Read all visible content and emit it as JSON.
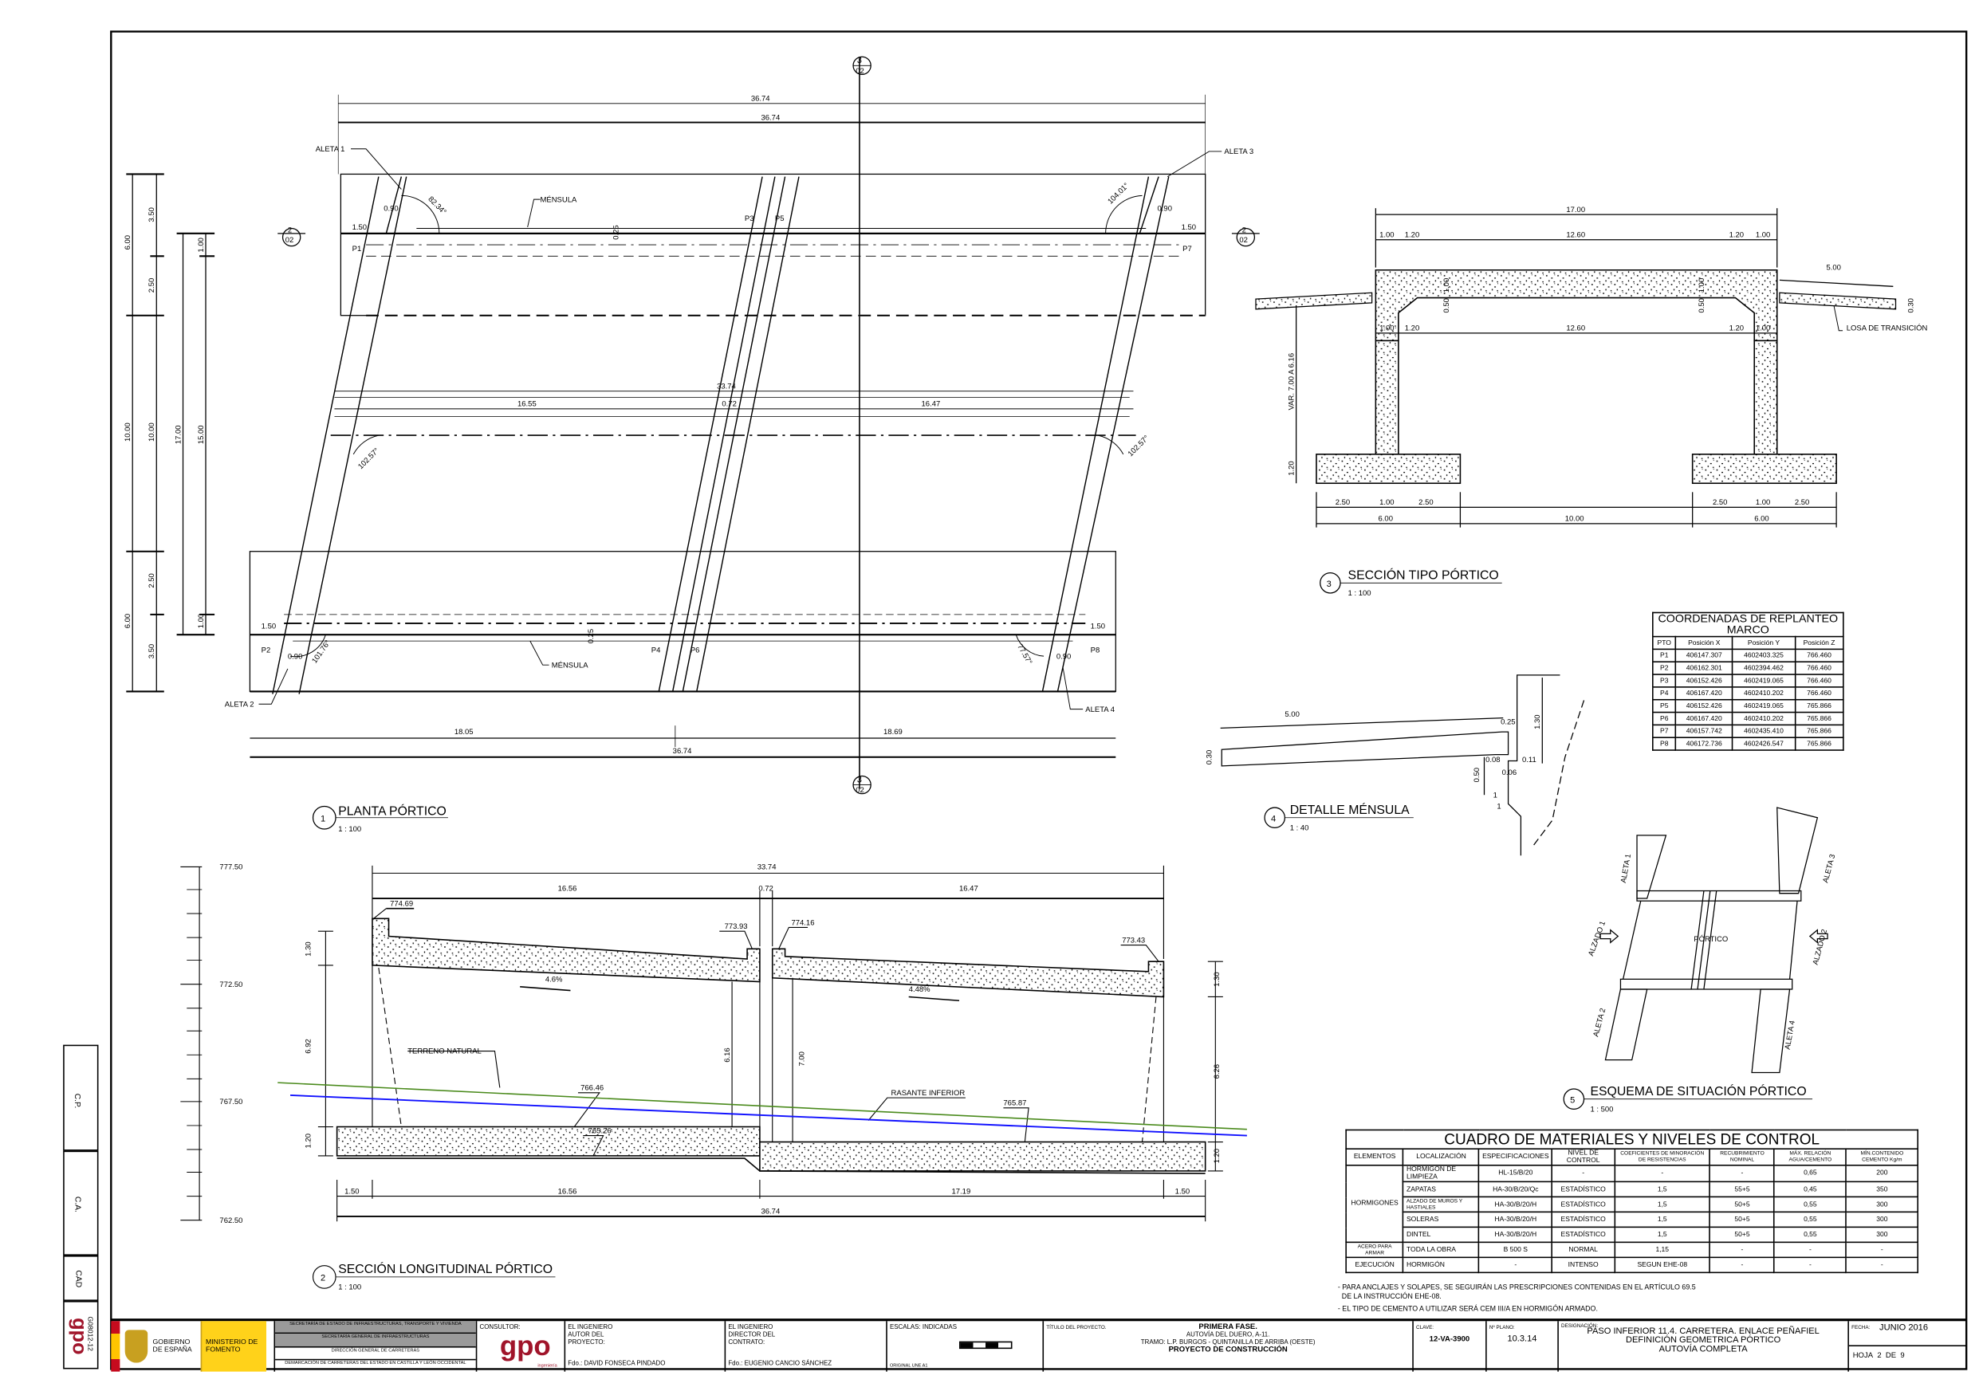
{
  "side_strip": {
    "cp": "C.P.",
    "ca": "C.A.",
    "cad": "CAD",
    "code": "G08012-12",
    "logo_text": "gpo"
  },
  "planta": {
    "number": "1",
    "title": "PLANTA PÓRTICO",
    "scale": "1 : 100",
    "section_ref": {
      "top": "3",
      "bottom": "02",
      "side_top": "2",
      "side_bottom": "02"
    },
    "total_top": "36.74",
    "total_top2": "36.74",
    "middle_total": "33.74",
    "middle_left": "16.55",
    "middle_gap": "0.72",
    "middle_right": "16.47",
    "bottom_left": "18.05",
    "bottom_right": "18.69",
    "total_bottom": "36.74",
    "left_dims_outer": [
      "6.00",
      "10.00",
      "6.00"
    ],
    "left_dims_inner": [
      "3.50",
      "2.50",
      "10.00",
      "2.50",
      "3.50"
    ],
    "left_dims_17": "17.00",
    "left_dims_15": [
      "1.00",
      "15.00",
      "1.00"
    ],
    "labels": {
      "aleta1": "ALETA 1",
      "aleta2": "ALETA 2",
      "aleta3": "ALETA 3",
      "aleta4": "ALETA 4",
      "mensula_top": "MÉNSULA",
      "mensula_bottom": "MÉNSULA"
    },
    "points": [
      "P1",
      "P2",
      "P3",
      "P4",
      "P5",
      "P6",
      "P7",
      "P8"
    ],
    "small": {
      "w_top_left": "0.90",
      "w_top_right": "0.90",
      "w_bot_left": "0.90",
      "w_bot_right": "0.90",
      "off_tl": "1.50",
      "off_tr": "1.50",
      "off_bl": "1.50",
      "off_br": "1.50",
      "m_top": "0.25",
      "m_bot": "0.25"
    },
    "angles": {
      "tl": "82.34°",
      "tr": "104.01°",
      "ml": "102.57°",
      "mr": "102.57°",
      "bl": "101.76°",
      "br": "77.57°"
    }
  },
  "seccion_long": {
    "number": "2",
    "title": "SECCIÓN LONGITUDINAL PÓRTICO",
    "scale": "1 : 100",
    "top_total": "33.74",
    "top_left": "16.56",
    "top_gap": "0.72",
    "top_right": "16.47",
    "bottom": [
      "1.50",
      "16.56",
      "17.19",
      "1.50"
    ],
    "bottom_total": "36.74",
    "left_v": [
      "1.30",
      "6.92",
      "1.20"
    ],
    "right_v": [
      "1.30",
      "6.26",
      "1.20"
    ],
    "inner_left": "6.16",
    "inner_right": "7.00",
    "elev": [
      "774.69",
      "773.93",
      "774.16",
      "773.43",
      "766.46",
      "765.26",
      "765.87"
    ],
    "slopes": [
      "4.6%",
      "4.48%"
    ],
    "terreno": "TERRENO NATURAL",
    "rasante": "RASANTE INFERIOR",
    "scale_bar": [
      "777.50",
      "772.50",
      "767.50",
      "762.50"
    ],
    "colors": {
      "terreno": "#4a8a1c",
      "rasante": "#1010ff"
    }
  },
  "seccion_tipo": {
    "number": "3",
    "title": "SECCIÓN TIPO PÓRTICO",
    "scale": "1 : 100",
    "top_total": "17.00",
    "top_parts": [
      "1.00",
      "1.20",
      "12.60",
      "1.20",
      "1.00"
    ],
    "inner_parts": [
      "1.00",
      "1.20",
      "12.60",
      "1.20",
      "1.00"
    ],
    "haunch": [
      "0.50",
      "1.00",
      "0.50",
      "1.00"
    ],
    "height": "VAR. 7.00 A 6.16",
    "footing_h": "1.20",
    "foot_parts": [
      "2.50",
      "1.00",
      "2.50",
      "2.50",
      "1.00",
      "2.50"
    ],
    "foot_totals": [
      "6.00",
      "10.00",
      "6.00"
    ],
    "losa_len": "5.00",
    "losa_t": "0.30",
    "losa_label": "LOSA DE TRANSICIÓN"
  },
  "detalle": {
    "number": "4",
    "title": "DETALLE MÉNSULA",
    "scale": "1 : 40",
    "dims": [
      "5.00",
      "0.30",
      "0.25",
      "1.30",
      "0.08",
      "0.11",
      "0.06",
      "0.50"
    ],
    "slope": [
      "1",
      "1"
    ]
  },
  "esquema": {
    "number": "5",
    "title": "ESQUEMA DE SITUACIÓN PÓRTICO",
    "scale": "1 : 500",
    "labels": [
      "ALETA 1",
      "ALETA 3",
      "ALZADO 1",
      "ALZADO 2",
      "PÓRTICO",
      "ALETA 2",
      "ALETA 4"
    ]
  },
  "coords": {
    "title": "COORDENADAS DE REPLANTEO MARCO",
    "headers": [
      "PTO",
      "Posición X",
      "Posición Y",
      "Posición Z"
    ],
    "rows": [
      [
        "P1",
        "406147.307",
        "4602403.325",
        "766.460"
      ],
      [
        "P2",
        "406162.301",
        "4602394.462",
        "766.460"
      ],
      [
        "P3",
        "406152.426",
        "4602419.065",
        "766.460"
      ],
      [
        "P4",
        "406167.420",
        "4602410.202",
        "766.460"
      ],
      [
        "P5",
        "406152.426",
        "4602419.065",
        "765.866"
      ],
      [
        "P6",
        "406167.420",
        "4602410.202",
        "765.866"
      ],
      [
        "P7",
        "406157.742",
        "4602435.410",
        "765.866"
      ],
      [
        "P8",
        "406172.736",
        "4602426.547",
        "765.866"
      ]
    ]
  },
  "materials": {
    "title": "CUADRO DE MATERIALES Y NIVELES DE CONTROL",
    "headers": [
      "ELEMENTOS",
      "LOCALIZACIÓN",
      "ESPECIFICACIONES",
      "NIVEL DE CONTROL",
      "COEFICIENTES DE MINORACIÓN DE RESISTENCIAS",
      "RECUBRIMIENTO NOMINAL",
      "MÁX. RELACIÓN AGUA/CEMENTO",
      "MÍN.CONTENIDO CEMENTO Kg/m"
    ],
    "group": "HORMIGONES",
    "rows": [
      [
        "HORMIGÓN DE LIMPIEZA",
        "HL-15/B/20",
        "-",
        "-",
        "-",
        "0,65",
        "200"
      ],
      [
        "ZAPATAS",
        "HA-30/B/20/Qc",
        "ESTADÍSTICO",
        "1,5",
        "55+5",
        "0,45",
        "350"
      ],
      [
        "ALZADO DE MUROS Y HASTIALES",
        "HA-30/B/20/H",
        "ESTADÍSTICO",
        "1,5",
        "50+5",
        "0,55",
        "300"
      ],
      [
        "SOLERAS",
        "HA-30/B/20/H",
        "ESTADÍSTICO",
        "1,5",
        "50+5",
        "0,55",
        "300"
      ],
      [
        "DINTEL",
        "HA-30/B/20/H",
        "ESTADÍSTICO",
        "1,5",
        "50+5",
        "0,55",
        "300"
      ]
    ],
    "acero": [
      "ACERO PARA ARMAR",
      "TODA LA OBRA",
      "B 500 S",
      "NORMAL",
      "1,15",
      "-",
      "-",
      "-"
    ],
    "ejecucion": [
      "EJECUCIÓN",
      "HORMIGÓN",
      "-",
      "INTENSO",
      "SEGUN EHE-08",
      "-",
      "-",
      "-"
    ],
    "notes": [
      "- PARA ANCLAJES Y SOLAPES, SE SEGUIRÁN LAS PRESCRIPCIONES CONTENIDAS EN EL ARTÍCULO 69.5",
      "  DE LA INSTRUCCIÓN EHE-08.",
      "- EL TIPO DE CEMENTO A UTILIZAR SERÁ CEM III/A EN HORMIGÓN ARMADO."
    ]
  },
  "title_block": {
    "gobierno": "GOBIERNO DE ESPAÑA",
    "ministerio": "MINISTERIO DE FOMENTO",
    "org": [
      "SECRETARÍA DE ESTADO DE INFRAESTRUCTURAS, TRANSPORTE Y VIVIENDA",
      "SECRETARÍA GENERAL DE INFRAESTRUCTURAS",
      "DIRECCIÓN GENERAL DE CARRETERAS",
      "DEMARCACIÓN DE CARRETERAS DEL ESTADO EN CASTILLA Y LEÓN OCCIDENTAL"
    ],
    "consultor_label": "CONSULTOR:",
    "consultor_logo": "gpo",
    "consultor_sub": "ingeniería",
    "autor_label": "EL INGENIERO AUTOR DEL PROYECTO:",
    "autor": "Fdo.: DAVID FONSECA PINDADO",
    "director_label": "EL INGENIERO DIRECTOR DEL CONTRATO:",
    "director": "Fdo.: EUGENIO CANCIO SÁNCHEZ",
    "escalas_label": "ESCALAS:",
    "escalas": "INDICADAS",
    "original": "ORIGINAL UNE A1",
    "titulo_label": "TÍTULO DEL PROYECTO.",
    "titulo": [
      "PRIMERA FASE.",
      "AUTOVÍA DEL DUERO, A-11.",
      "TRAMO: L.P. BURGOS - QUINTANILLA DE ARRIBA (OESTE)",
      "PROYECTO DE CONSTRUCCIÓN"
    ],
    "clave_label": "CLAVE:",
    "clave": "12-VA-3900",
    "plano_label": "Nº PLANO:",
    "plano": "10.3.14",
    "designacion_label": "DESIGNACIÓN:",
    "designacion": [
      "PASO INFERIOR 11.4. CARRETERA. ENLACE PEÑAFIEL",
      "DEFINICIÓN GEOMETRICA PÓRTICO",
      "AUTOVÍA COMPLETA"
    ],
    "fecha_label": "FECHA:",
    "fecha": "JUNIO 2016",
    "hoja_label": "HOJA",
    "hoja": "2",
    "de": "DE",
    "total": "9"
  }
}
